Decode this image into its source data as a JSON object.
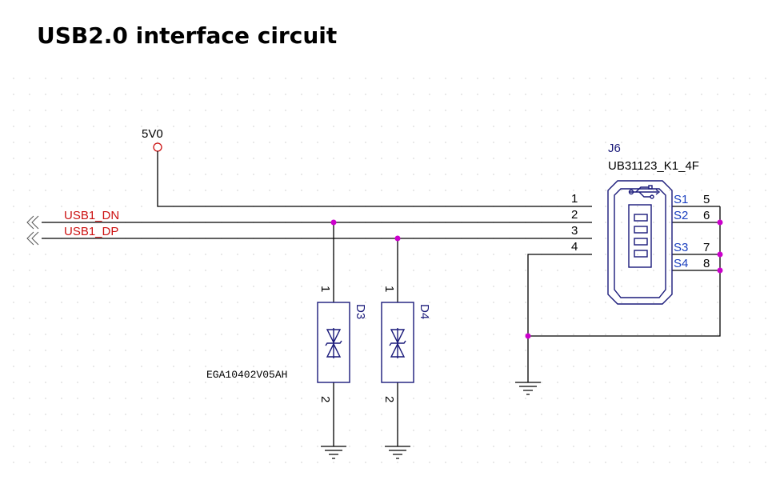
{
  "title": "USB2.0 interface circuit",
  "power": {
    "net": "5V0"
  },
  "nets": {
    "dn": "USB1_DN",
    "dp": "USB1_DP"
  },
  "connector": {
    "ref": "J6",
    "part": "UB31123_K1_4F",
    "pins": [
      "1",
      "2",
      "3",
      "4"
    ],
    "shield_names": [
      "S1",
      "S2",
      "S3",
      "S4"
    ],
    "shield_pins": [
      "5",
      "6",
      "7",
      "8"
    ]
  },
  "tvs": [
    {
      "ref": "D3",
      "part": "EGA10402V05AH",
      "pin1": "1",
      "pin2": "2"
    },
    {
      "ref": "D4",
      "pin1": "1",
      "pin2": "2"
    }
  ],
  "icons": [
    "usb-icon",
    "ground-icon",
    "offpage-connector-icon",
    "tvs-diode-icon"
  ],
  "colors": {
    "net_label": "#cc1111",
    "part_ref": "#1a1a7a",
    "shield_label": "#1a3fbf",
    "junction": "#cc00cc",
    "wire": "#000000",
    "grid_dot": "#c8c8c8"
  }
}
